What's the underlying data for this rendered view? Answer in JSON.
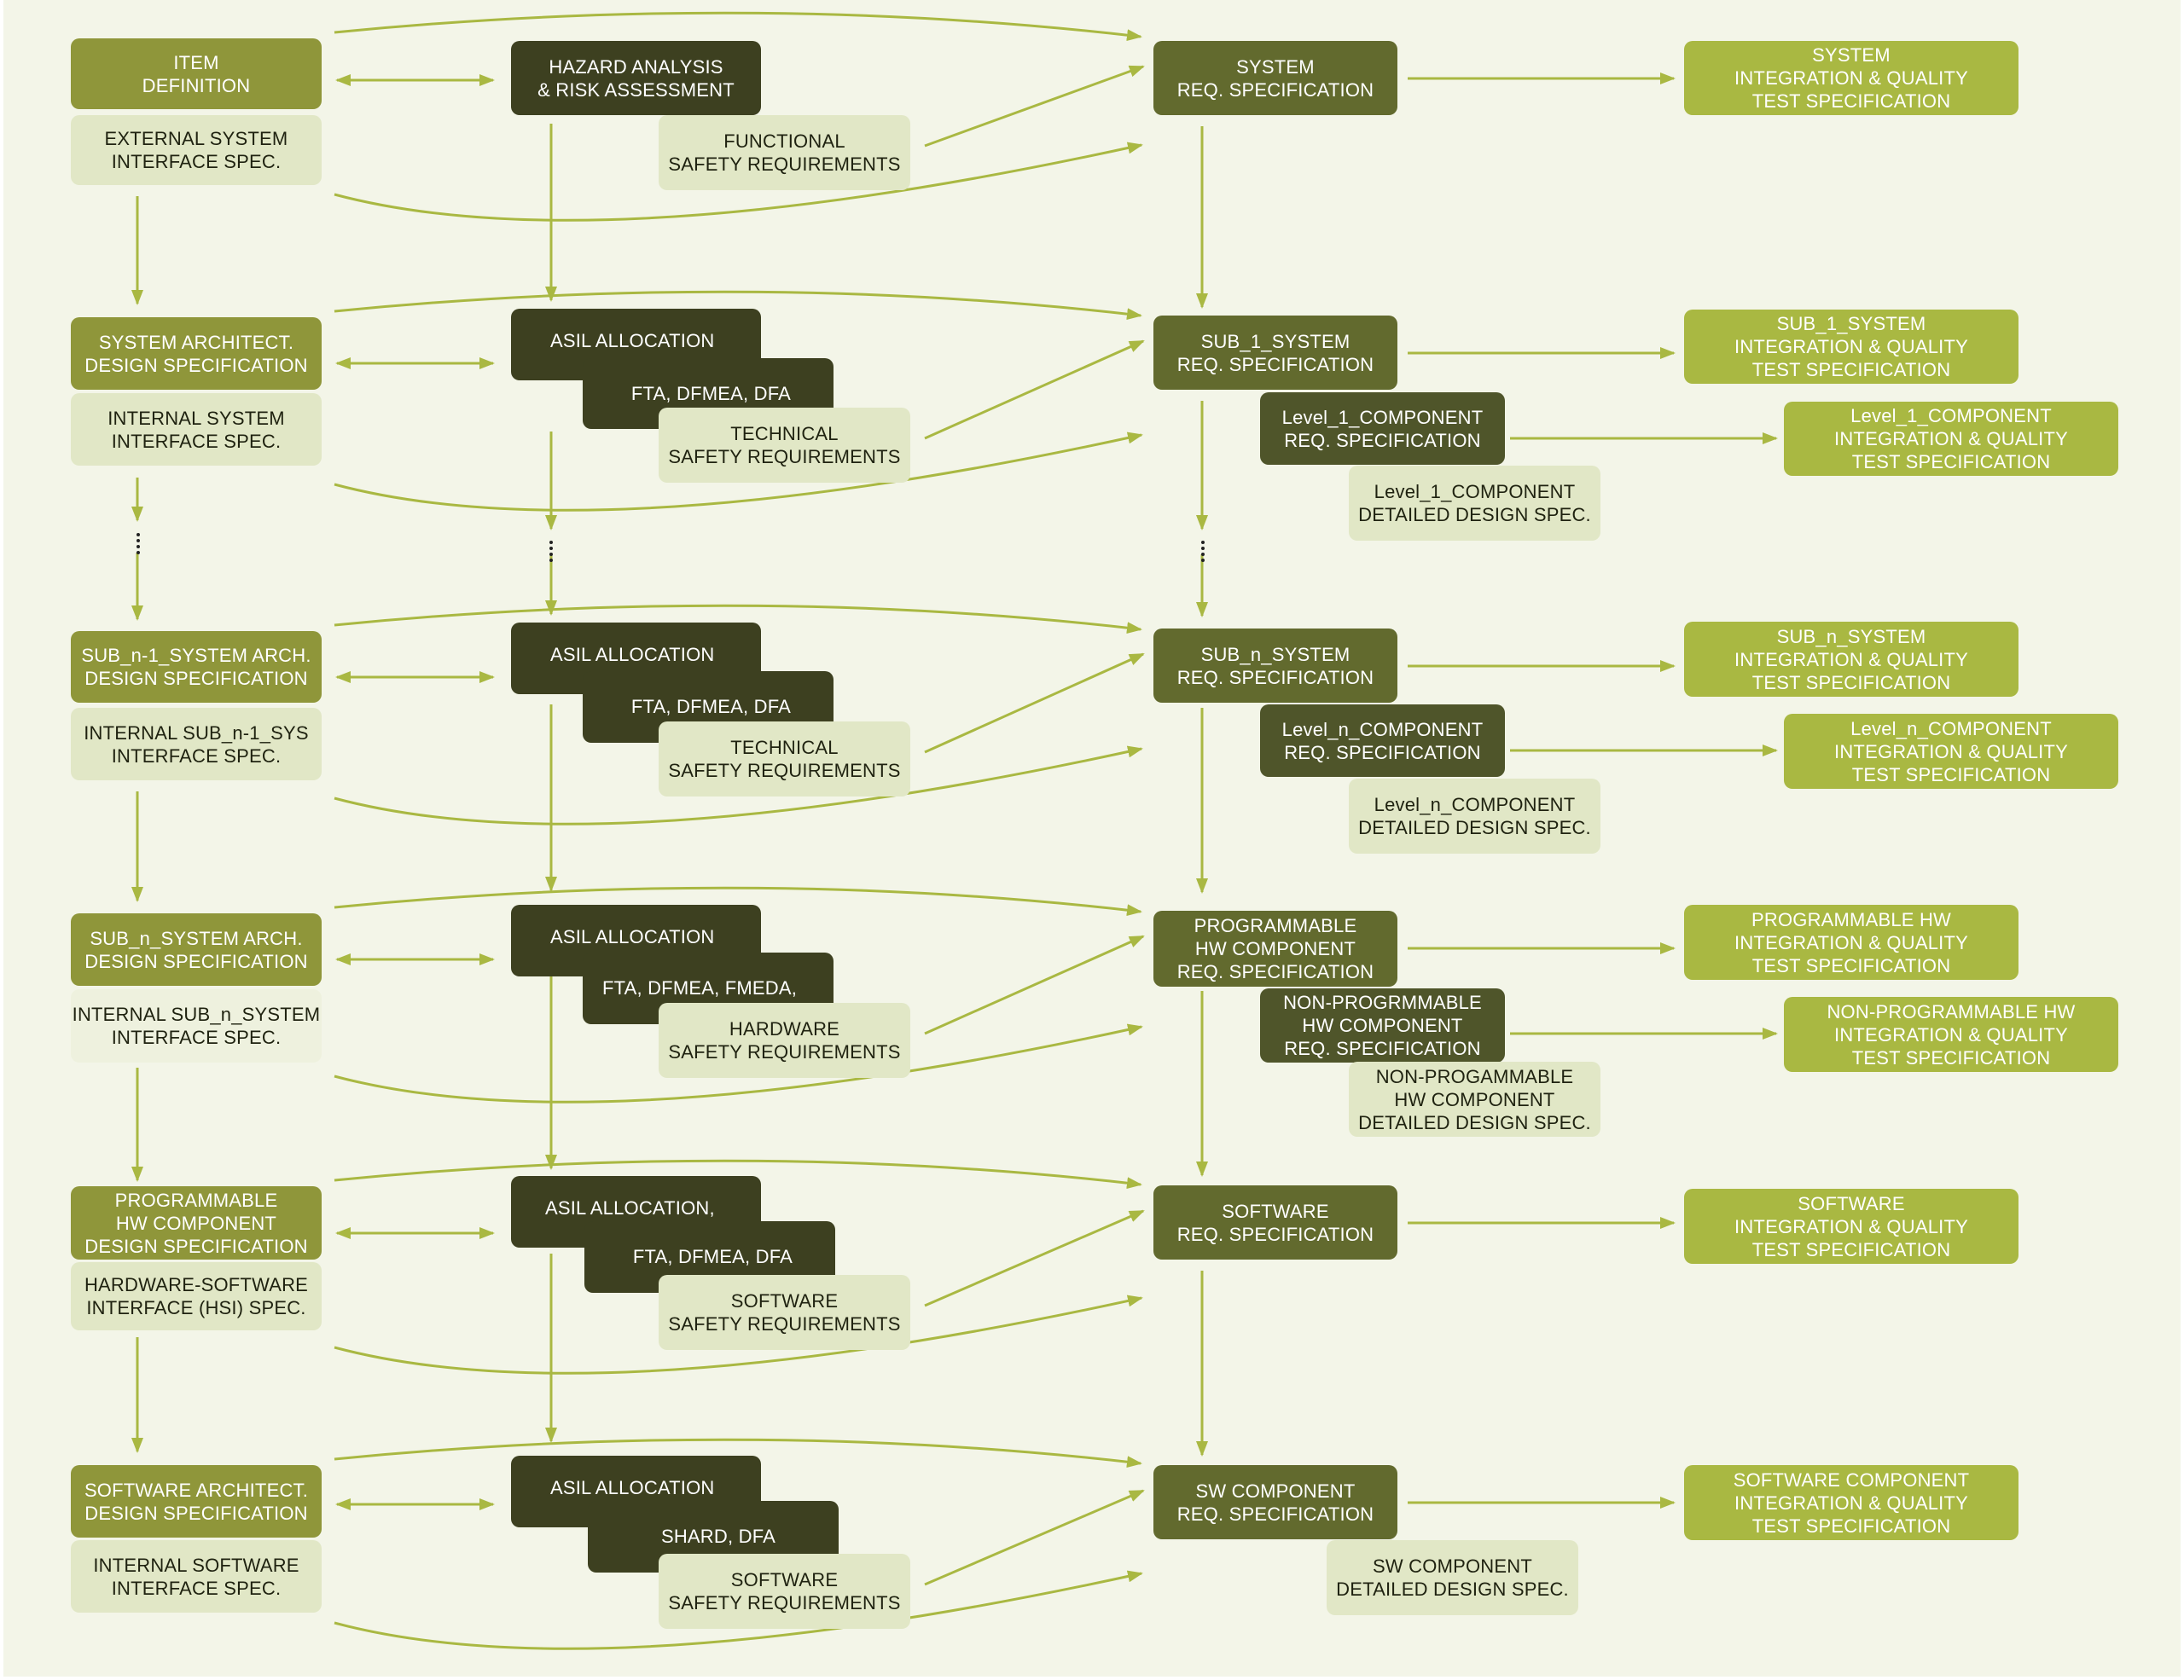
{
  "colors": {
    "background": "#f3f5e8",
    "arrow": "#a9b842",
    "olive_box": "#8f963a",
    "dark_box": "#3d4020",
    "mid_box": "#626a2e",
    "light_box": "#e1e7c6",
    "bright_box": "#a9b842"
  },
  "rows": [
    {
      "definition": "ITEM\nDEFINITION",
      "interface": "EXTERNAL SYSTEM\nINTERFACE SPEC.",
      "analysis": "HAZARD ANALYSIS\n& RISK ASSESSMENT",
      "safety_req": "FUNCTIONAL\nSAFETY REQUIREMENTS",
      "spec": "SYSTEM\nREQ. SPECIFICATION",
      "test": "SYSTEM\nINTEGRATION  & QUALITY\nTEST SPECIFICATION"
    },
    {
      "definition": "SYSTEM ARCHITECT.\nDESIGN SPECIFICATION",
      "interface": "INTERNAL SYSTEM\nINTERFACE SPEC.",
      "analysis": "ASIL ALLOCATION",
      "methods": "FTA, DFMEA, DFA",
      "safety_req": "TECHNICAL\nSAFETY REQUIREMENTS",
      "spec": "SUB_1_SYSTEM\nREQ. SPECIFICATION",
      "test": "SUB_1_SYSTEM\nINTEGRATION  & QUALITY\nTEST SPECIFICATION",
      "component_spec": "Level_1_COMPONENT\nREQ. SPECIFICATION",
      "component_test": "Level_1_COMPONENT\nINTEGRATION  & QUALITY\nTEST SPECIFICATION",
      "component_detail": "Level_1_COMPONENT\nDETAILED DESIGN SPEC."
    },
    {
      "definition": "SUB_n-1_SYSTEM ARCH.\nDESIGN SPECIFICATION",
      "interface": "INTERNAL SUB_n-1_SYS\nINTERFACE SPEC.",
      "analysis": "ASIL ALLOCATION",
      "methods": "FTA, DFMEA, DFA",
      "safety_req": "TECHNICAL\nSAFETY REQUIREMENTS",
      "spec": "SUB_n_SYSTEM\nREQ. SPECIFICATION",
      "test": "SUB_n_SYSTEM\nINTEGRATION  & QUALITY\nTEST SPECIFICATION",
      "component_spec": "Level_n_COMPONENT\nREQ. SPECIFICATION",
      "component_test": "Level_n_COMPONENT\nINTEGRATION  & QUALITY\nTEST SPECIFICATION",
      "component_detail": "Level_n_COMPONENT\nDETAILED DESIGN SPEC."
    },
    {
      "definition": "SUB_n_SYSTEM ARCH.\nDESIGN SPECIFICATION",
      "interface": "INTERNAL SUB_n_SYSTEM\nINTERFACE SPEC.",
      "analysis": "ASIL ALLOCATION",
      "methods": "FTA, DFMEA, FMEDA, DFA",
      "safety_req": "HARDWARE\nSAFETY REQUIREMENTS",
      "spec": "PROGRAMMABLE\nHW COMPONENT\nREQ. SPECIFICATION",
      "test": "PROGRAMMABLE HW\nINTEGRATION  & QUALITY\nTEST SPECIFICATION",
      "component_spec": "NON-PROGRMMABLE\nHW COMPONENT\nREQ. SPECIFICATION",
      "component_test": "NON-PROGRAMMABLE HW\nINTEGRATION  & QUALITY\nTEST SPECIFICATION",
      "component_detail": "NON-PROGAMMABLE\nHW COMPONENT\nDETAILED DESIGN SPEC."
    },
    {
      "definition": "PROGRAMMABLE\nHW COMPONENT\nDESIGN SPECIFICATION",
      "interface": "HARDWARE-SOFTWARE\nINTERFACE (HSI) SPEC.",
      "analysis": "ASIL ALLOCATION,",
      "methods": "FTA, DFMEA, DFA",
      "safety_req": "SOFTWARE\nSAFETY REQUIREMENTS",
      "spec": "SOFTWARE\nREQ. SPECIFICATION",
      "test": "SOFTWARE\nINTEGRATION  & QUALITY\nTEST SPECIFICATION"
    },
    {
      "definition": "SOFTWARE ARCHITECT.\nDESIGN SPECIFICATION",
      "interface": "INTERNAL SOFTWARE\nINTERFACE SPEC.",
      "analysis": "ASIL ALLOCATION",
      "methods": "SHARD, DFA",
      "safety_req": "SOFTWARE\nSAFETY REQUIREMENTS",
      "spec": "SW COMPONENT\nREQ. SPECIFICATION",
      "test": "SOFTWARE COMPONENT\nINTEGRATION  & QUALITY\nTEST SPECIFICATION",
      "component_detail": "SW COMPONENT\nDETAILED DESIGN SPEC."
    }
  ]
}
